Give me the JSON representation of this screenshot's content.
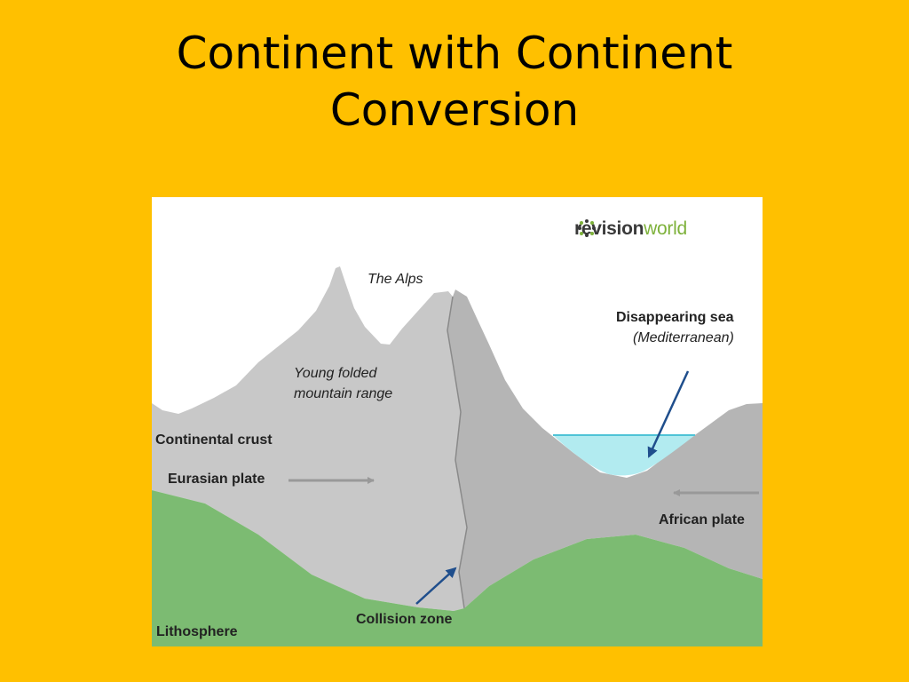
{
  "title": {
    "line1": "Continent with Continent",
    "line2": "Conversion"
  },
  "logo": {
    "part1": "revision",
    "part2": "world",
    "icon": "dotted-ring-icon",
    "color_main": "#3a3a3a",
    "color_accent": "#7db13a"
  },
  "labels": {
    "alps": "The Alps",
    "young_line1": "Young folded",
    "young_line2": "mountain range",
    "continental_crust": "Continental crust",
    "eurasian_plate": "Eurasian plate",
    "sea_line1": "Disappearing sea",
    "sea_line2": "(Mediterranean)",
    "african_plate": "African plate",
    "collision_zone": "Collision zone",
    "lithosphere": "Lithosphere"
  },
  "colors": {
    "background": "#FFC000",
    "crust_left": "#C8C8C8",
    "crust_right": "#B5B5B5",
    "lithosphere": "#7CBB72",
    "sea": "#B2EBF0",
    "sea_line": "#4FC3D6",
    "arrow_gray": "#999999",
    "arrow_blue": "#1F4E8C"
  }
}
